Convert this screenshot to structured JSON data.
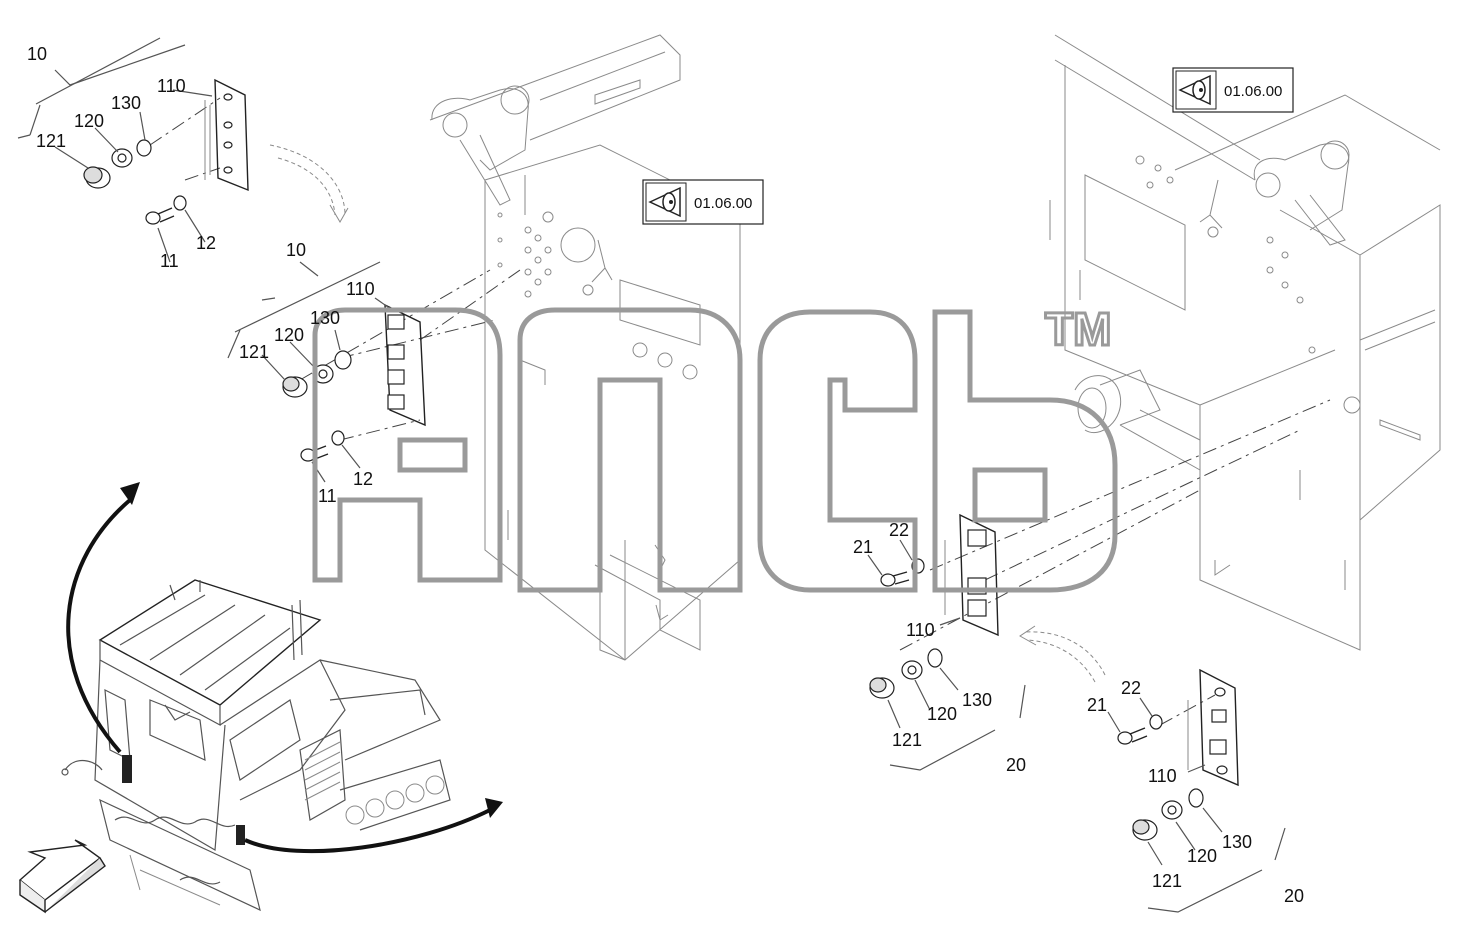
{
  "references": [
    {
      "id": "ref-box-center",
      "text": "01.06.00"
    },
    {
      "id": "ref-box-right",
      "text": "01.06.00"
    }
  ],
  "watermark": {
    "tm": "TM"
  },
  "labels": {
    "a_group": "10",
    "a_110": "110",
    "a_130": "130",
    "a_120": "120",
    "a_121": "121",
    "a_11": "11",
    "a_12": "12",
    "b_group": "10",
    "b_110": "110",
    "b_130": "130",
    "b_120": "120",
    "b_121": "121",
    "b_11": "11",
    "b_12": "12",
    "c_22": "22",
    "c_21": "21",
    "c_110": "110",
    "c_130": "130",
    "c_120": "120",
    "c_121": "121",
    "c_group": "20",
    "d_22": "22",
    "d_21": "21",
    "d_110": "110",
    "d_130": "130",
    "d_120": "120",
    "d_121": "121",
    "d_group": "20"
  },
  "colors": {
    "line": "#222222",
    "frame": "#8a8a8a",
    "watermark": "#9a9a9a",
    "background": "#ffffff"
  }
}
